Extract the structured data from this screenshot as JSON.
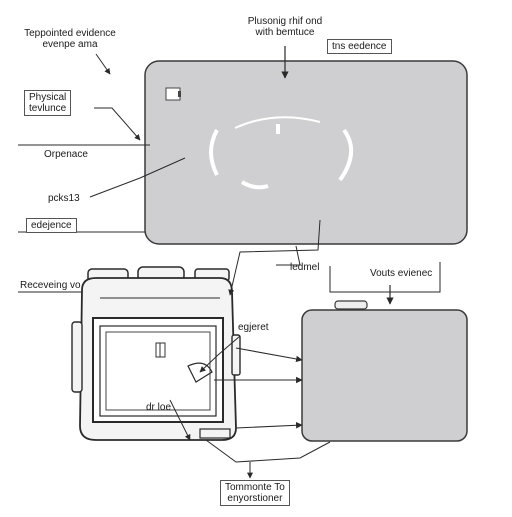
{
  "labels": {
    "top_left": [
      "Teppointed evidence",
      "evenpe ama"
    ],
    "top_center": [
      "Plusonig rhif ond",
      "with bemtuce"
    ],
    "top_right": "tns eedence",
    "physical": [
      "Physical",
      "tevlunce"
    ],
    "orpenace": "Orpenace",
    "pokes": "pcks13",
    "edejence": "edejence",
    "receiving": "Receveing vo",
    "ledmel": "ledmel",
    "vouts": "Vouts evienec",
    "egjeret": "egjeret",
    "dr_loe": "dr loe",
    "bottom": [
      "Tommonte To",
      "enyorstioner"
    ]
  },
  "colors": {
    "panel_fill": "#cfcfd1",
    "line": "#2a2a2a",
    "camera_fill": "#f4f4f4"
  }
}
